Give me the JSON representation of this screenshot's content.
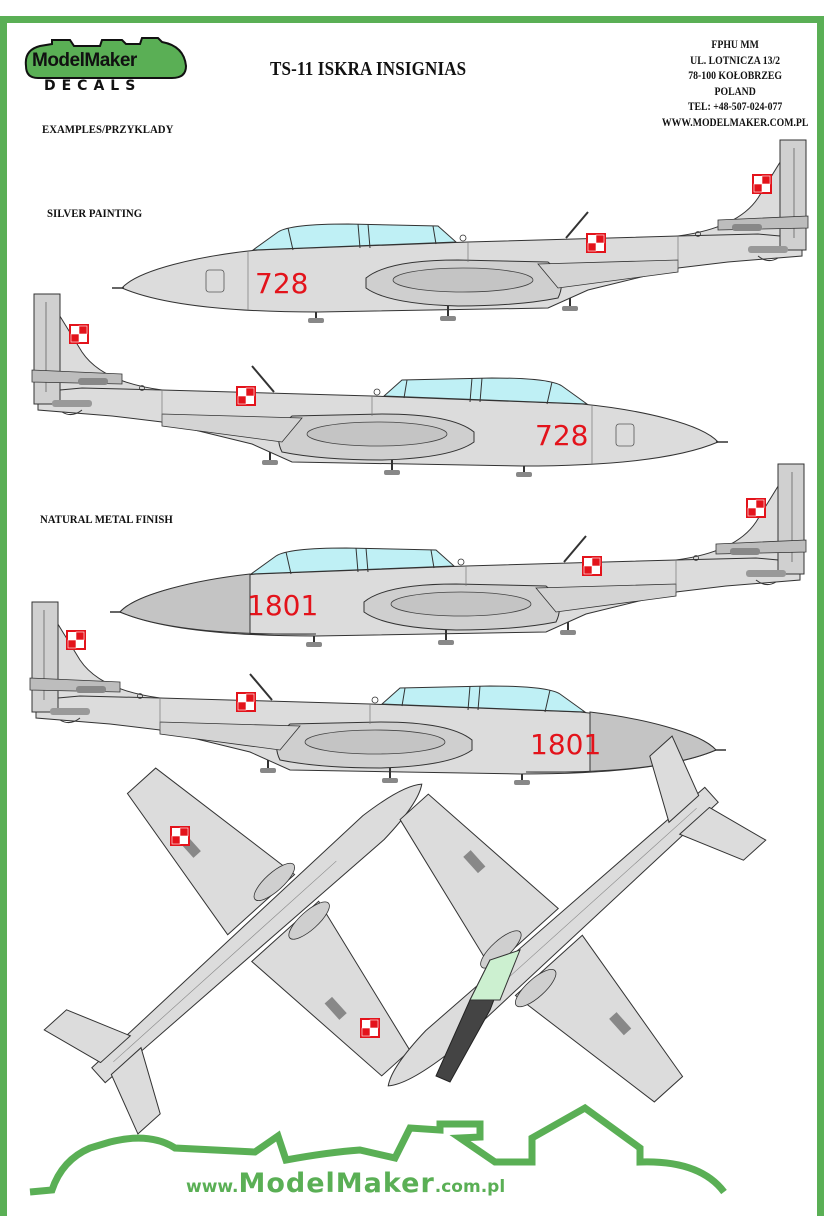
{
  "header": {
    "logo_main": "ModelMaker",
    "logo_sub": "DECALS",
    "title": "TS-11 ISKRA INSIGNIAS",
    "contact": [
      "FPHU MM",
      "UL. LOTNICZA 13/2",
      "78-100 KOŁOBRZEG",
      "POLAND",
      "TEL: +48-507-024-077",
      "WWW.MODELMAKER.COM.PL"
    ]
  },
  "sections": {
    "examples": "EXAMPLES/PRZYKLADY",
    "silver": "SILVER PAINTING",
    "nmf": "NATURAL METAL FINISH"
  },
  "aircraft": [
    {
      "finish": "silver",
      "side": "right",
      "serial": "728"
    },
    {
      "finish": "silver",
      "side": "left",
      "serial": "728"
    },
    {
      "finish": "natural-metal",
      "side": "right",
      "serial": "1801"
    },
    {
      "finish": "natural-metal",
      "side": "left",
      "serial": "1801"
    }
  ],
  "footer": {
    "prefix": "www.",
    "brand": "ModelMaker",
    "suffix": ".com.pl"
  },
  "colors": {
    "brand_green": "#5aaf55",
    "insignia_red": "#e3131b",
    "airframe": "#dcdcdc",
    "canopy": "#bff0f5"
  }
}
